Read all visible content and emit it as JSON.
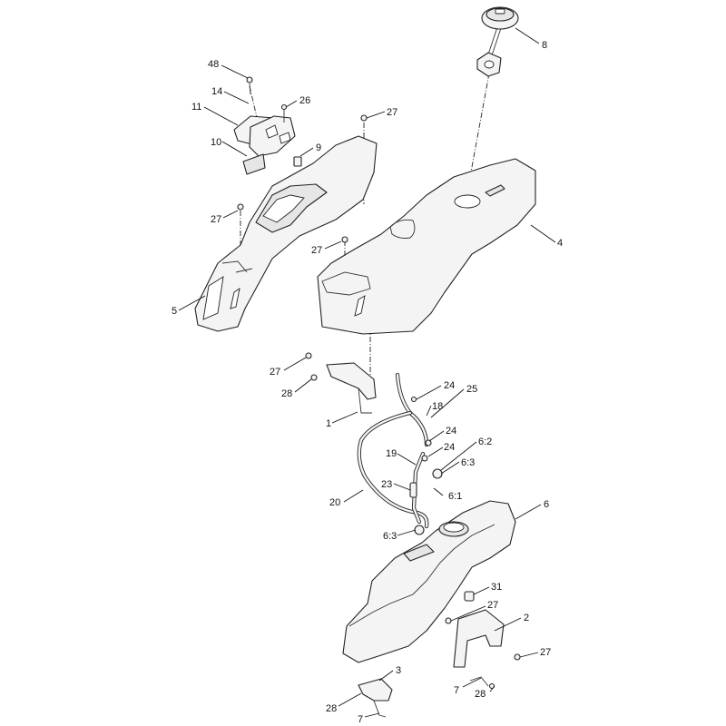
{
  "callouts": [
    {
      "id": "c48",
      "label": "48"
    },
    {
      "id": "c14",
      "label": "14"
    },
    {
      "id": "c11",
      "label": "11"
    },
    {
      "id": "c10",
      "label": "10"
    },
    {
      "id": "c26",
      "label": "26"
    },
    {
      "id": "c27a",
      "label": "27"
    },
    {
      "id": "c9",
      "label": "9"
    },
    {
      "id": "c8",
      "label": "8"
    },
    {
      "id": "c4",
      "label": "4"
    },
    {
      "id": "c27b",
      "label": "27"
    },
    {
      "id": "c27c",
      "label": "27"
    },
    {
      "id": "c5",
      "label": "5"
    },
    {
      "id": "c27d",
      "label": "27"
    },
    {
      "id": "c28a",
      "label": "28"
    },
    {
      "id": "c1",
      "label": "1"
    },
    {
      "id": "c24a",
      "label": "24"
    },
    {
      "id": "c25",
      "label": "25"
    },
    {
      "id": "c18",
      "label": "18"
    },
    {
      "id": "c24b",
      "label": "24"
    },
    {
      "id": "c24c",
      "label": "24"
    },
    {
      "id": "c62",
      "label": "6:2"
    },
    {
      "id": "c19",
      "label": "19"
    },
    {
      "id": "c63a",
      "label": "6:3"
    },
    {
      "id": "c23",
      "label": "23"
    },
    {
      "id": "c61",
      "label": "6:1"
    },
    {
      "id": "c20",
      "label": "20"
    },
    {
      "id": "c6",
      "label": "6"
    },
    {
      "id": "c63b",
      "label": "6:3"
    },
    {
      "id": "c31",
      "label": "31"
    },
    {
      "id": "c27e",
      "label": "27"
    },
    {
      "id": "c2",
      "label": "2"
    },
    {
      "id": "c27f",
      "label": "27"
    },
    {
      "id": "c3",
      "label": "3"
    },
    {
      "id": "c7a",
      "label": "7"
    },
    {
      "id": "c28b",
      "label": "28"
    },
    {
      "id": "c28c",
      "label": "28"
    },
    {
      "id": "c7b",
      "label": "7"
    }
  ]
}
